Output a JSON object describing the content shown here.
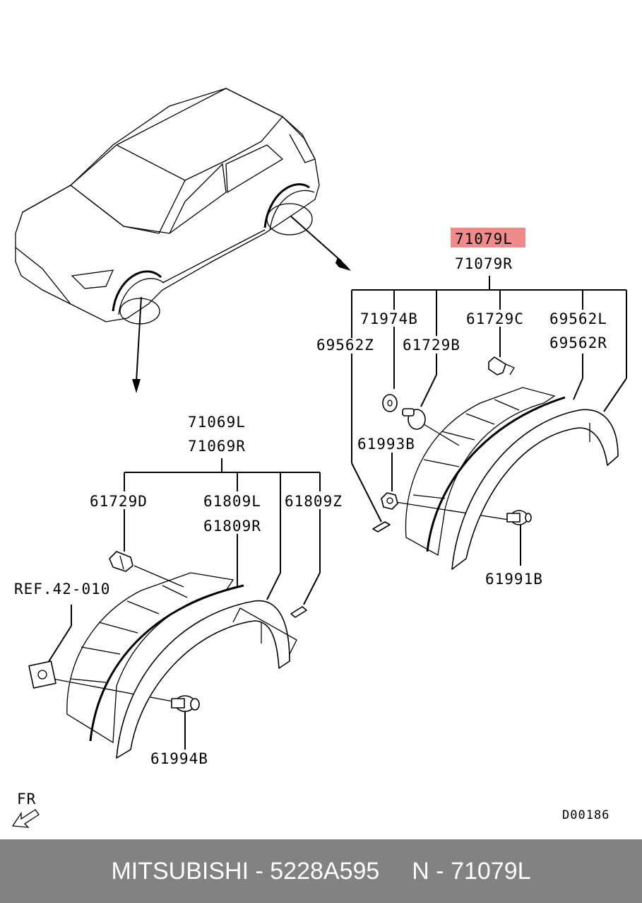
{
  "callouts": {
    "front_assembly_l": "71069L",
    "front_assembly_r": "71069R",
    "rear_assembly_l": "71079L",
    "rear_assembly_r": "71079R",
    "p_71974b": "71974B",
    "p_61729c": "61729C",
    "p_69562l": "69562L",
    "p_69562z": "69562Z",
    "p_61729b": "61729B",
    "p_69562r": "69562R",
    "p_61993b": "61993B",
    "p_61991b": "61991B",
    "p_61729d": "61729D",
    "p_61809l": "61809L",
    "p_61809z": "61809Z",
    "p_61809r": "61809R",
    "ref": "REF.42-010",
    "p_61994b": "61994B",
    "fr": "FR",
    "diagram_code": "D00186"
  },
  "highlight_color": "#f08b8b",
  "footer": {
    "left": "MITSUBISHI - 5228A595",
    "right": "N - 71079L",
    "background": "#828282"
  }
}
